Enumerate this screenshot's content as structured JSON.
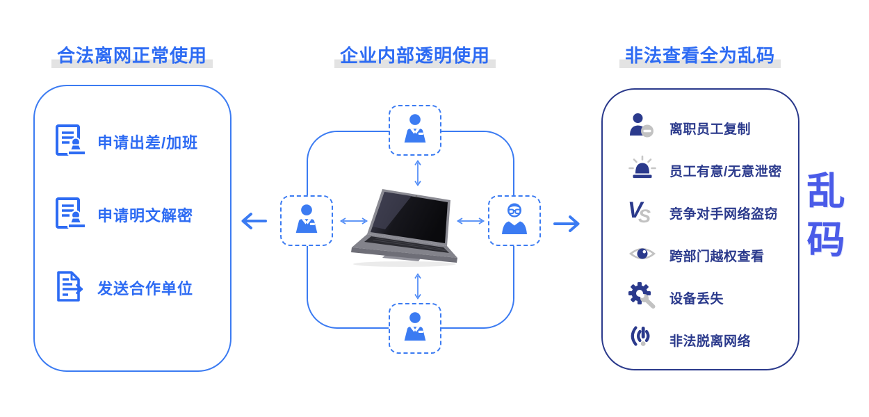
{
  "left_panel": {
    "title": "合法离网正常使用",
    "items": [
      {
        "icon": "document-stamp-icon",
        "label": "申请出差/加班"
      },
      {
        "icon": "document-stamp-icon",
        "label": "申请明文解密"
      },
      {
        "icon": "document-send-icon",
        "label": "发送合作单位"
      }
    ]
  },
  "center_panel": {
    "title": "企业内部透明使用",
    "nodes": [
      {
        "position": "top",
        "icon": "businessman-icon"
      },
      {
        "position": "left",
        "icon": "businessman-icon"
      },
      {
        "position": "right",
        "icon": "manager-glasses-icon"
      },
      {
        "position": "bottom",
        "icon": "businessman-icon"
      }
    ]
  },
  "right_panel": {
    "title": "非法查看全为乱码",
    "items": [
      {
        "icon": "user-minus-icon",
        "label": "离职员工复制"
      },
      {
        "icon": "siren-icon",
        "label": "员工有意/无意泄密"
      },
      {
        "icon": "versus-icon",
        "label": "竞争对手网络盗窃"
      },
      {
        "icon": "eye-icon",
        "label": "跨部门越权查看"
      },
      {
        "icon": "gear-wrench-icon",
        "label": "设备丢失"
      },
      {
        "icon": "wifi-off-icon",
        "label": "非法脱离网络"
      }
    ]
  },
  "versus_icon": {
    "v": "V",
    "s": "S"
  },
  "garbled": {
    "text": "乱码",
    "char1": "乱",
    "char2": "码"
  },
  "colors": {
    "primary_blue": "#3b7bf2",
    "title_blue": "#2d6bf3",
    "navy": "#2b3a8c",
    "gray_accent": "#c2c2c2",
    "highlight_gray": "#e3e3e3",
    "garbled_blue": "#4a5be8"
  }
}
